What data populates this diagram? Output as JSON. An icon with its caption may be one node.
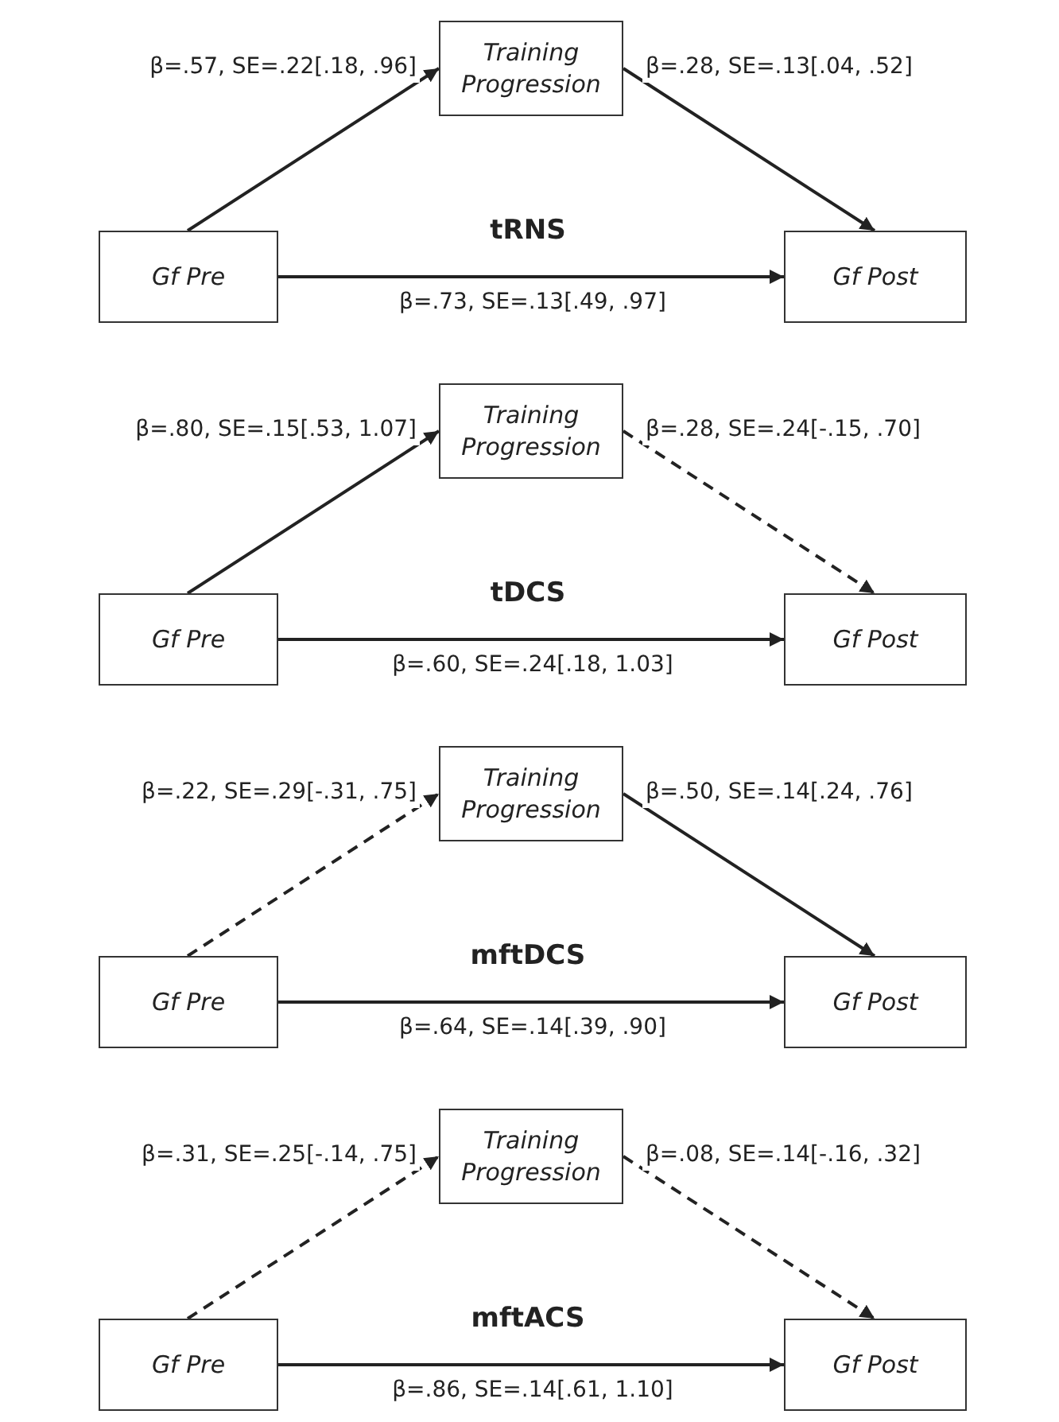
{
  "diagram": {
    "nodes": [
      {
        "text": [
          "Training Progression"
        ]
      },
      {
        "text": [
          "Gf Pre"
        ]
      },
      {
        "text": [
          "Gf Post"
        ]
      },
      {
        "text": [
          "Training Progression"
        ]
      },
      {
        "text": [
          "Gf Pre"
        ]
      },
      {
        "text": [
          "Gf Post"
        ]
      },
      {
        "text": [
          "Training Progression"
        ]
      },
      {
        "text": [
          "Gf Pre"
        ]
      },
      {
        "text": [
          "Gf Post"
        ]
      },
      {
        "text": [
          "Training Progression"
        ]
      },
      {
        "text": [
          "Gf Pre"
        ]
      },
      {
        "text": [
          "Gf Post"
        ]
      }
    ],
    "edges": [
      {
        "from": 1,
        "to": 0,
        "arrow": "to",
        "label": "β=.57, SE=.22[.18, .96]"
      },
      {
        "from": 0,
        "to": 2,
        "arrow": "to",
        "label": "β=.28, SE=.13[.04, .52]"
      },
      {
        "from": 1,
        "to": 2,
        "arrow": "to",
        "label": "β=.73, SE=.13[.49, .97]"
      },
      {
        "from": 4,
        "to": 3,
        "arrow": "to",
        "label": "β=.80, SE=.15[.53, 1.07]"
      },
      {
        "from": 3,
        "to": 5,
        "arrow": "to",
        "label": "β=.28, SE=.24[-.15, .70]",
        "style": "dashed"
      },
      {
        "from": 4,
        "to": 5,
        "arrow": "to",
        "label": "β=.60, SE=.24[.18, 1.03]"
      },
      {
        "from": 7,
        "to": 6,
        "arrow": "to",
        "label": "β=.22, SE=.29[-.31, .75]",
        "style": "dashed"
      },
      {
        "from": 6,
        "to": 8,
        "arrow": "to",
        "label": "β=.50, SE=.14[.24, .76]"
      },
      {
        "from": 7,
        "to": 8,
        "arrow": "to",
        "label": "β=.64, SE=.14[.39, .90]"
      },
      {
        "from": 10,
        "to": 9,
        "arrow": "to",
        "label": "β=.31, SE=.25[-.14, .75]",
        "style": "dashed"
      },
      {
        "from": 9,
        "to": 11,
        "arrow": "to",
        "label": "β=.08, SE=.14[-.16, .32]",
        "style": "dashed"
      },
      {
        "from": 10,
        "to": 11,
        "arrow": "to",
        "label": "β=.86, SE=.14[.61, 1.10]"
      }
    ],
    "labels": [
      "tRNS",
      "tDCS",
      "mftDCS",
      "mftACS"
    ]
  }
}
